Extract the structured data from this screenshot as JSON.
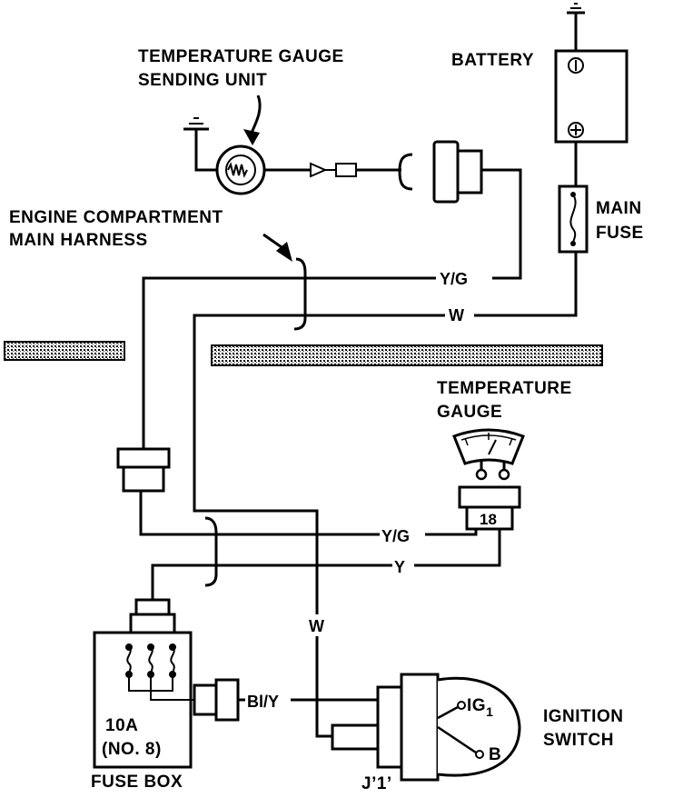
{
  "labels": {
    "sending_unit_line1": "TEMPERATURE GAUGE",
    "sending_unit_line2": "SENDING UNIT",
    "battery": "BATTERY",
    "main_fuse_line1": "MAIN",
    "main_fuse_line2": "FUSE",
    "harness_line1": "ENGINE COMPARTMENT",
    "harness_line2": "MAIN HARNESS",
    "gauge_line1": "TEMPERATURE",
    "gauge_line2": "GAUGE",
    "gauge_pin": "18",
    "fuse_rating": "10A",
    "fuse_number": "(NO. 8)",
    "fuse_box": "FUSE BOX",
    "ignition_line1": "IGNITION",
    "ignition_line2": "SWITCH",
    "ig1": "IG",
    "ig1_sub": "1",
    "b_terminal": "B",
    "connector_j": "J’1’"
  },
  "wires": {
    "yg_upper": "Y/G",
    "w_upper": "W",
    "yg_lower": "Y/G",
    "y_lower": "Y",
    "w_vertical": "W",
    "bl_y": "Bl/Y"
  },
  "symbols": {
    "battery_neg": "−",
    "battery_pos": "+"
  }
}
